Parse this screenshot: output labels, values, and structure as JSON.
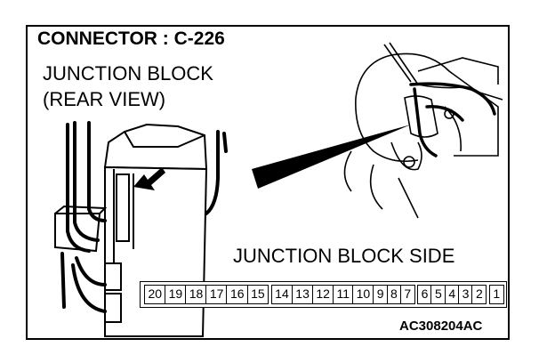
{
  "diagram": {
    "title": "CONNECTOR : C-226",
    "view_label_line1": "JUNCTION BLOCK",
    "view_label_line2": "(REAR VIEW)",
    "side_label": "JUNCTION BLOCK SIDE",
    "part_code": "AC308204AC",
    "pins": [
      "20",
      "19",
      "18",
      "17",
      "16",
      "15",
      "14",
      "13",
      "12",
      "11",
      "10",
      "9",
      "8",
      "7",
      "6",
      "5",
      "4",
      "3",
      "2",
      "1"
    ]
  }
}
